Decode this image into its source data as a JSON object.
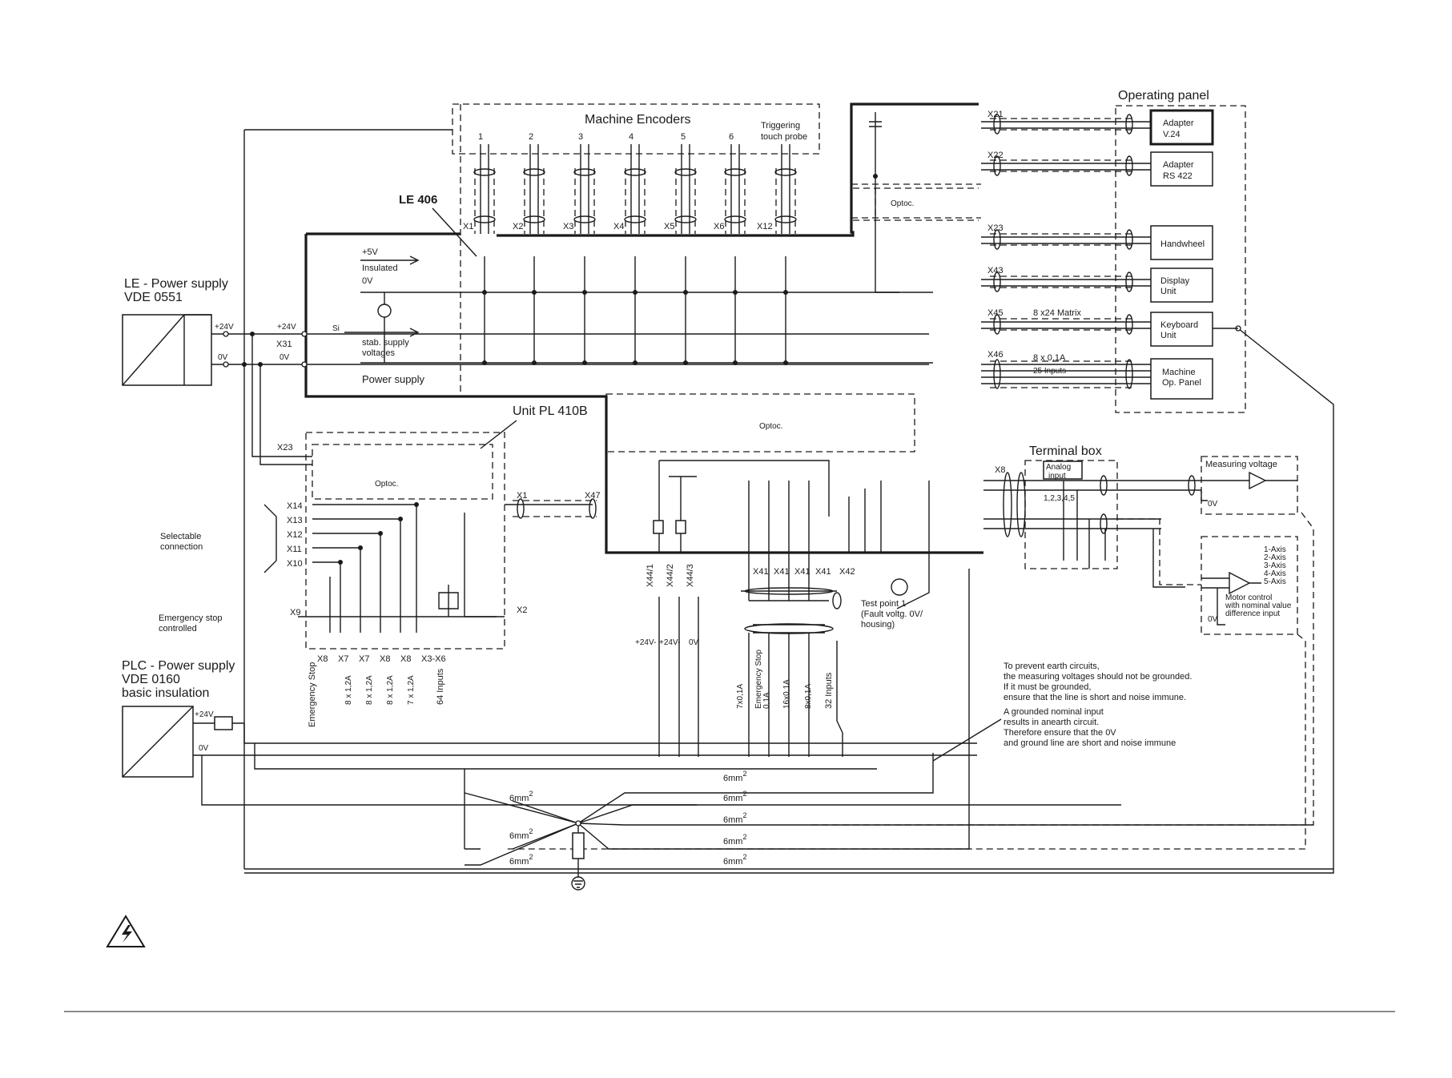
{
  "labels": {
    "machine_encoders": "Machine Encoders",
    "triggering_line1": "Triggering",
    "triggering_line2": "touch probe",
    "le406": "LE 406",
    "operating_panel": "Operating panel",
    "le_power_line1": "LE - Power supply",
    "le_power_line2": "VDE 0551",
    "power_supply": "Power supply",
    "unit_pl410b": "Unit PL 410B",
    "terminal_box": "Terminal box",
    "analog_line1": "Analog",
    "analog_line2": "input",
    "axes_list": "1,2,3,4,5",
    "measuring_voltage": "Measuring voltage",
    "selectable_line1": "Selectable",
    "selectable_line2": "connection",
    "estop_ctrl_line1": "Emergency stop",
    "estop_ctrl_line2": "controlled",
    "plc_line1": "PLC - Power supply",
    "plc_line2": "VDE 0160",
    "plc_line3": "basic insulation",
    "plus5v": "+5V",
    "insulated": "Insulated",
    "zero_v": "0V",
    "plus24v": "+24V",
    "stab_line1": "stab. supply",
    "stab_line2": "voltages",
    "si": "Si",
    "optoc": "Optoc.",
    "matrix": "8 x24 Matrix",
    "outputs": "8 x 0,1A",
    "inputs25": "25 Inputs",
    "test_line1": "Test point 1",
    "test_line2": "(Fault voltg. 0V/",
    "test_line3": "housing)",
    "mm2": "6mm",
    "note1": [
      "To prevent earth circuits,",
      "the measuring voltages should not be grounded.",
      "If it must be grounded,",
      "ensure that the line is short and noise immune."
    ],
    "note2": [
      "A grounded nominal input",
      "results in anearth circuit.",
      "Therefore ensure that the 0V",
      "and ground line are short and noise immune"
    ],
    "axes_right": [
      "1-Axis",
      "2-Axis",
      "3-Axis",
      "4-Axis",
      "5-Axis"
    ],
    "motor_line1": "Motor control",
    "motor_line2": "with nominal value",
    "motor_line3": "difference input"
  },
  "encoders": {
    "numbers": [
      "1",
      "2",
      "3",
      "4",
      "5",
      "6"
    ],
    "connectors": [
      "X1",
      "X2",
      "X3",
      "X4",
      "X5",
      "X6",
      "X12"
    ]
  },
  "panel_connectors": [
    "X21",
    "X22",
    "X23",
    "X43",
    "X45",
    "X46"
  ],
  "panel_devices": [
    [
      "Adapter",
      "V.24"
    ],
    [
      "Adapter",
      "RS 422"
    ],
    [
      "Handwheel",
      ""
    ],
    [
      "Display",
      "Unit"
    ],
    [
      "Keyboard",
      "Unit"
    ],
    [
      "Machine",
      "Op. Panel"
    ]
  ],
  "pl_connectors": [
    "X14",
    "X13",
    "X12",
    "X11",
    "X10"
  ],
  "misc_connectors": {
    "x31": "X31",
    "x23": "X23",
    "x1": "X1",
    "x47": "X47",
    "x2": "X2",
    "x9": "X9",
    "x8": "X8"
  },
  "pl_outputs": [
    "Emergency Stop",
    "X8",
    "X7",
    "X7",
    "X8",
    "X8",
    "X3-X6"
  ],
  "pl_output_ratings": [
    "8 x 1,2A",
    "8 x 1,2A",
    "8 x 1,2A",
    "7 x 1,2A",
    "64 Inputs"
  ],
  "x44": [
    "X44/1",
    "X44/2",
    "X44/3"
  ],
  "x44_voltages": [
    "+24V-",
    "+24V-",
    "0V"
  ],
  "x41": [
    "X41",
    "X41",
    "X41",
    "X41",
    "X42"
  ],
  "x41_ratings": [
    "7x0,1A",
    "Emergency Stop",
    "0,1A",
    "16x0,1A",
    "8x0,1A",
    "32 Inputs"
  ]
}
